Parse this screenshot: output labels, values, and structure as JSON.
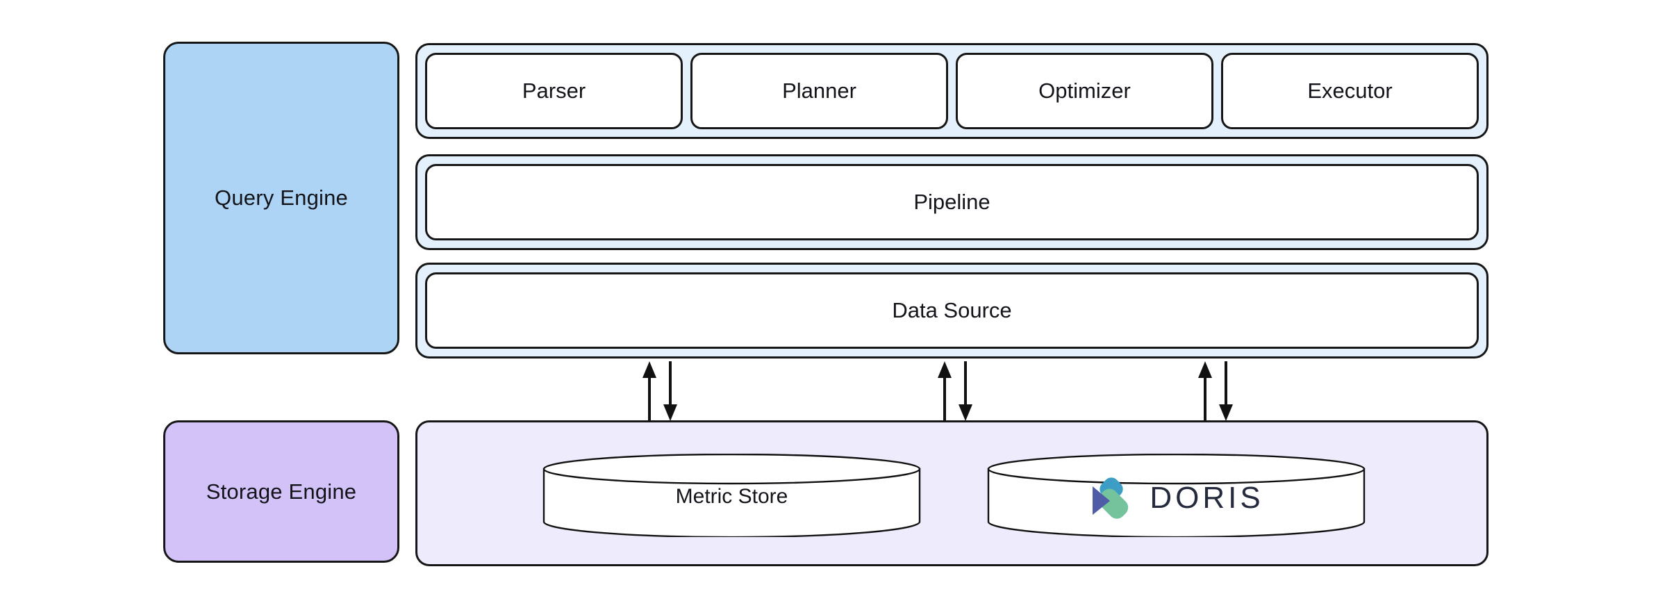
{
  "diagram": {
    "title": "Query Engine and Storage Engine architecture",
    "colors": {
      "query_engine_fill": "#aed4f5",
      "storage_engine_fill": "#d3c2f8",
      "query_group_fill": "#e4f0fb",
      "storage_panel_fill": "#eeebfc",
      "stroke": "#161616",
      "card_fill": "#ffffff",
      "doris_blue": "#3d9dc4",
      "doris_indigo": "#4f5ca8",
      "doris_green": "#74c39d",
      "doris_text": "#252b3d"
    }
  },
  "layers": {
    "query_engine": {
      "label": "Query Engine",
      "rows": [
        {
          "name": "stages",
          "cards": [
            {
              "label": "Parser"
            },
            {
              "label": "Planner"
            },
            {
              "label": "Optimizer"
            },
            {
              "label": "Executor"
            }
          ]
        },
        {
          "name": "pipeline",
          "cards": [
            {
              "label": "Pipeline"
            }
          ]
        },
        {
          "name": "data_source",
          "cards": [
            {
              "label": "Data Source"
            }
          ]
        }
      ]
    },
    "storage_engine": {
      "label": "Storage Engine",
      "stores": [
        {
          "label": "Metric Store",
          "kind": "text"
        },
        {
          "label": "DORIS",
          "kind": "logo",
          "logo_name": "doris-logo"
        }
      ]
    }
  },
  "connectors": {
    "description": "Bidirectional read/write links between Data Source and Storage Engine",
    "count": 3,
    "style": "up-and-down-arrow-pair"
  }
}
